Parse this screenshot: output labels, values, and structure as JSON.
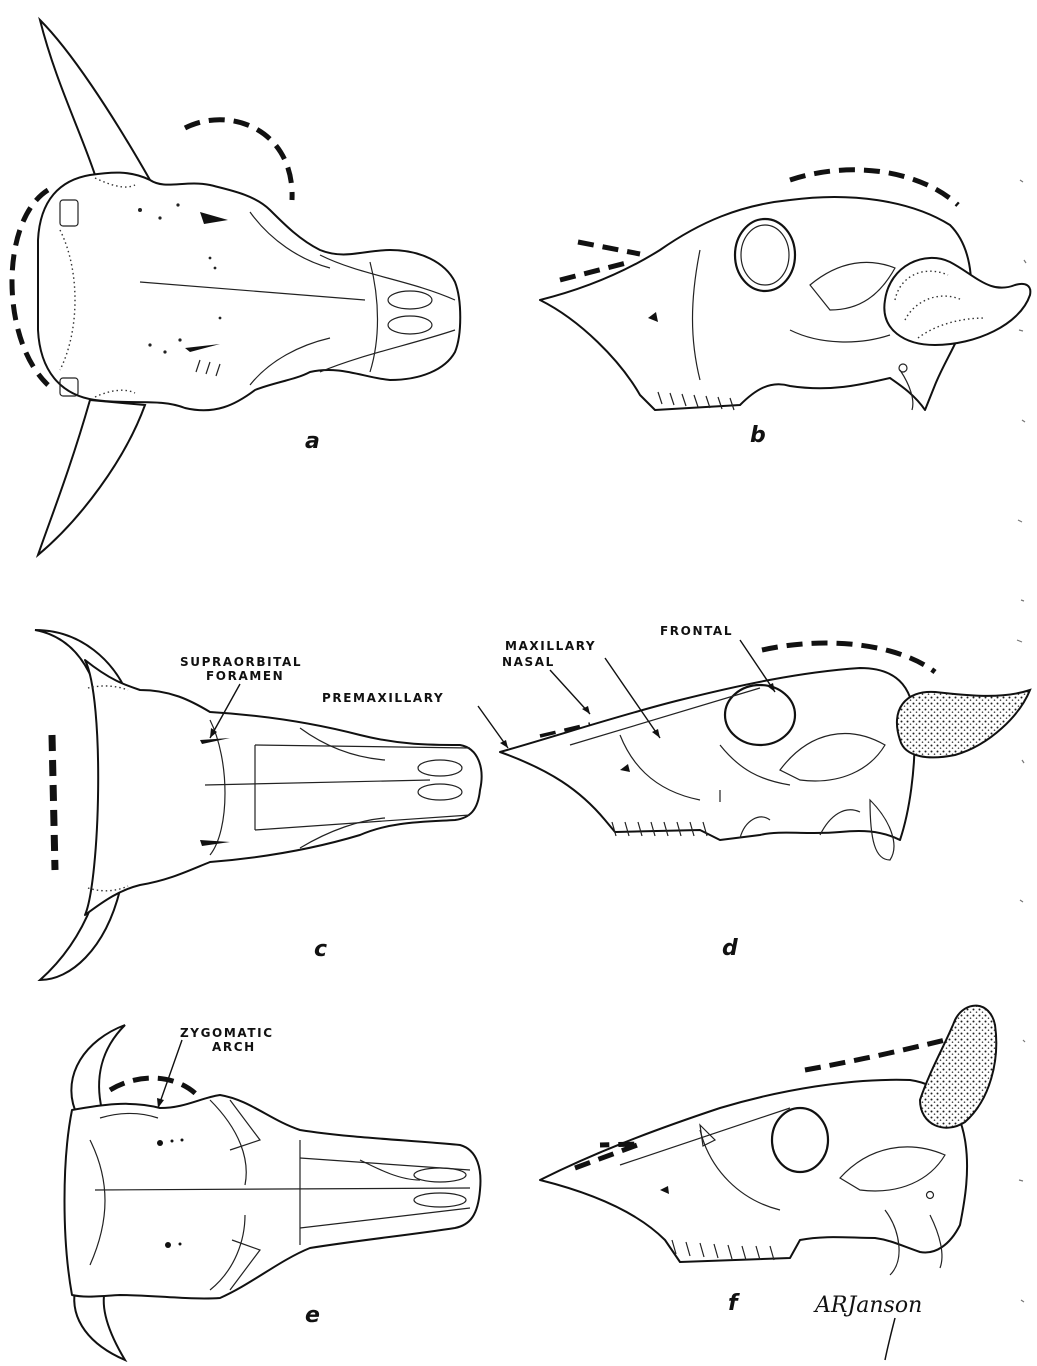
{
  "panel_letters": {
    "a": "a",
    "b": "b",
    "c": "c",
    "d": "d",
    "e": "e",
    "f": "f"
  },
  "labels": {
    "supraorbital_line1": "SUPRAORBITAL",
    "supraorbital_line2": "FORAMEN",
    "frontal": "FRONTAL",
    "maxillary": "MAXILLARY",
    "nasal": "NASAL",
    "premaxillary": "PREMAXILLARY",
    "zygomatic_line1": "ZYGOMATIC",
    "zygomatic_line2": "ARCH"
  },
  "signature": "ARJanson"
}
